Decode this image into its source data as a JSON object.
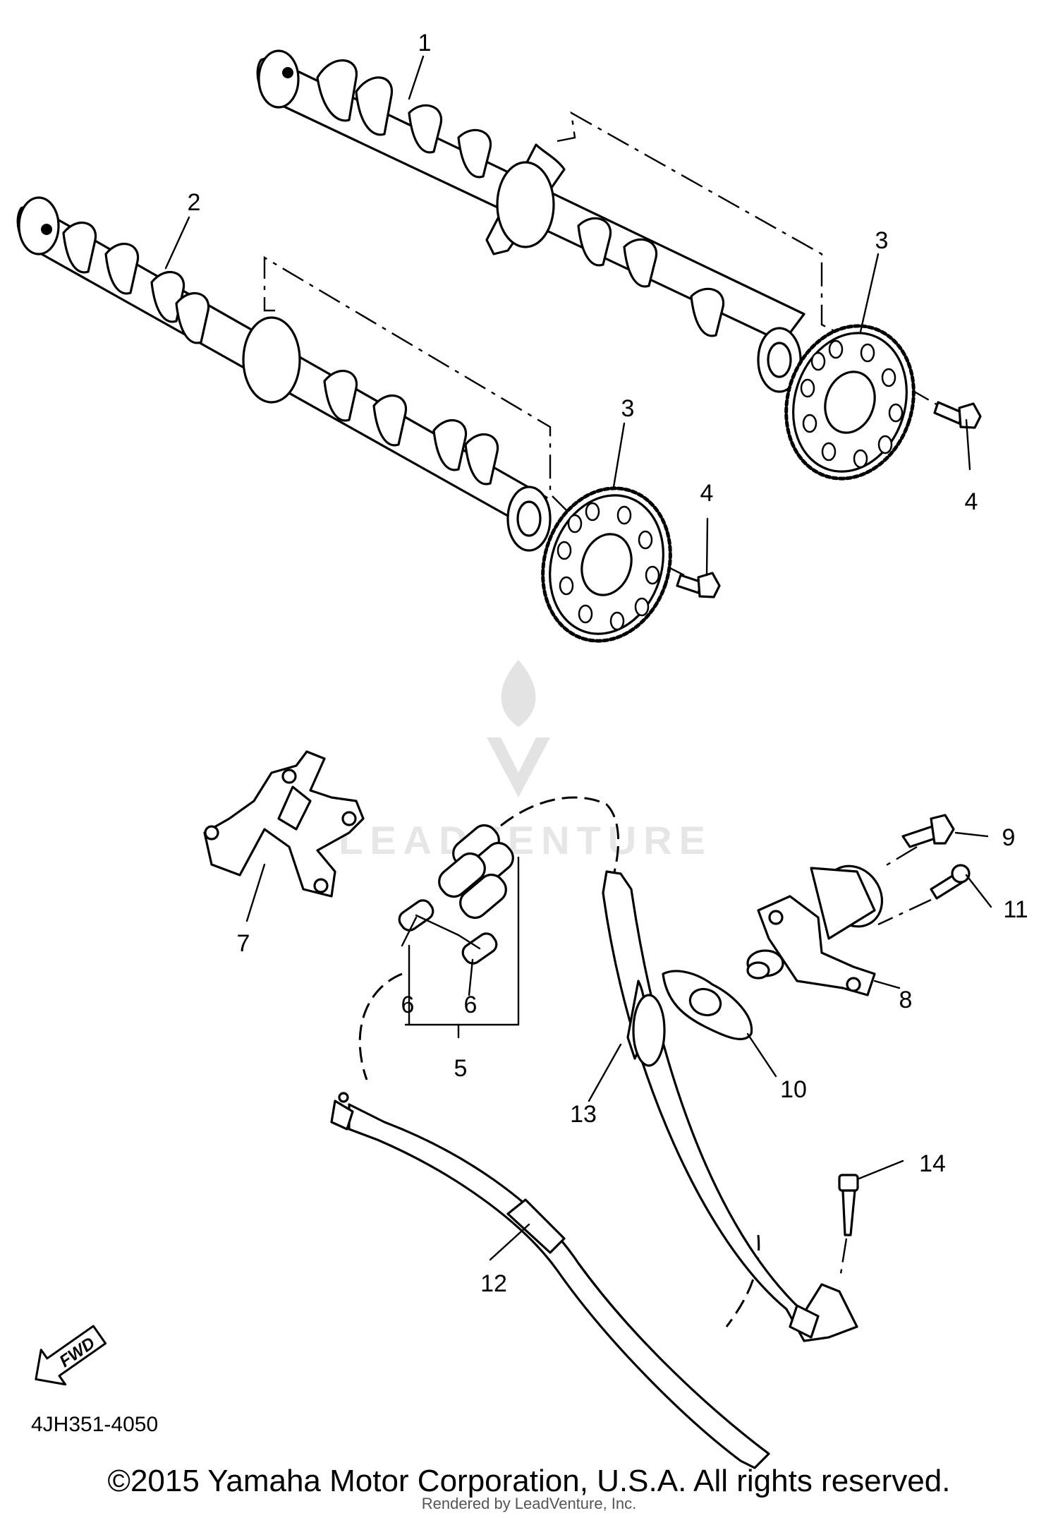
{
  "callouts": [
    "1",
    "2",
    "3",
    "3",
    "4",
    "4",
    "5",
    "6",
    "6",
    "7",
    "8",
    "9",
    "10",
    "11",
    "12",
    "13",
    "14"
  ],
  "watermark": "LEADVENTURE",
  "fwd_label": "FWD",
  "diagram_code": "4JH351-4050",
  "copyright": "©2015 Yamaha Motor Corporation, U.S.A. All rights reserved.",
  "rendered_by": "Rendered by LeadVenture, Inc."
}
